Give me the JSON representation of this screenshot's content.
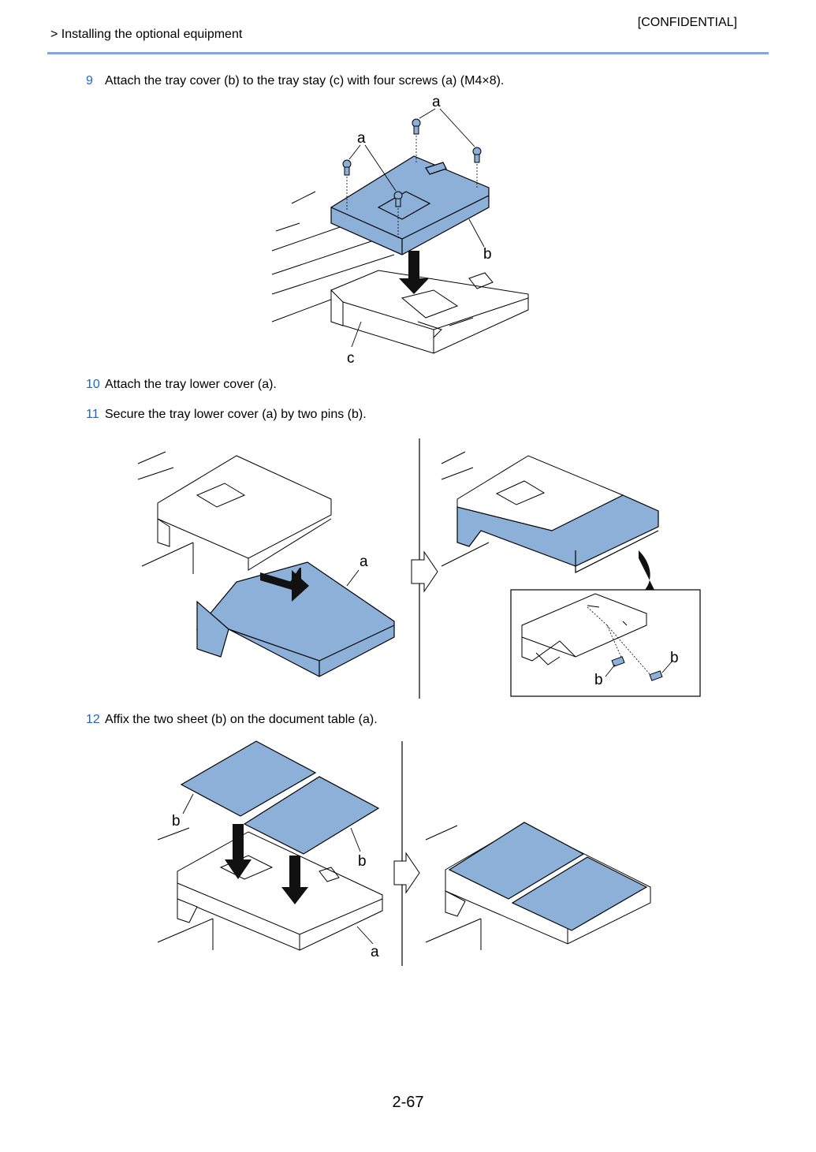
{
  "header": {
    "breadcrumb": "> Installing the optional equipment",
    "confidential": "[CONFIDENTIAL]"
  },
  "steps": [
    {
      "number": "9",
      "text": "Attach the tray cover (b) to the tray stay (c) with four screws (a) (M4×8)."
    },
    {
      "number": "10",
      "text": "Attach the tray lower cover (a)."
    },
    {
      "number": "11",
      "text": "Secure the tray lower cover (a) by two pins (b)."
    },
    {
      "number": "12",
      "text": "Affix the two sheet (b) on the document table (a)."
    }
  ],
  "figures": {
    "step9": {
      "labels": {
        "a_top": "a",
        "a_left": "a",
        "b": "b",
        "c": "c"
      }
    },
    "step11": {
      "labels": {
        "a": "a",
        "b_right": "b",
        "b_left": "b"
      }
    },
    "step12": {
      "labels": {
        "b_left": "b",
        "b_right": "b",
        "a": "a"
      }
    }
  },
  "colors": {
    "part_blue": "#8cb0d8",
    "accent_blue": "#1e63d6",
    "rule_blue": "#7fa7e6"
  },
  "footer": {
    "page_number": "2-67"
  }
}
